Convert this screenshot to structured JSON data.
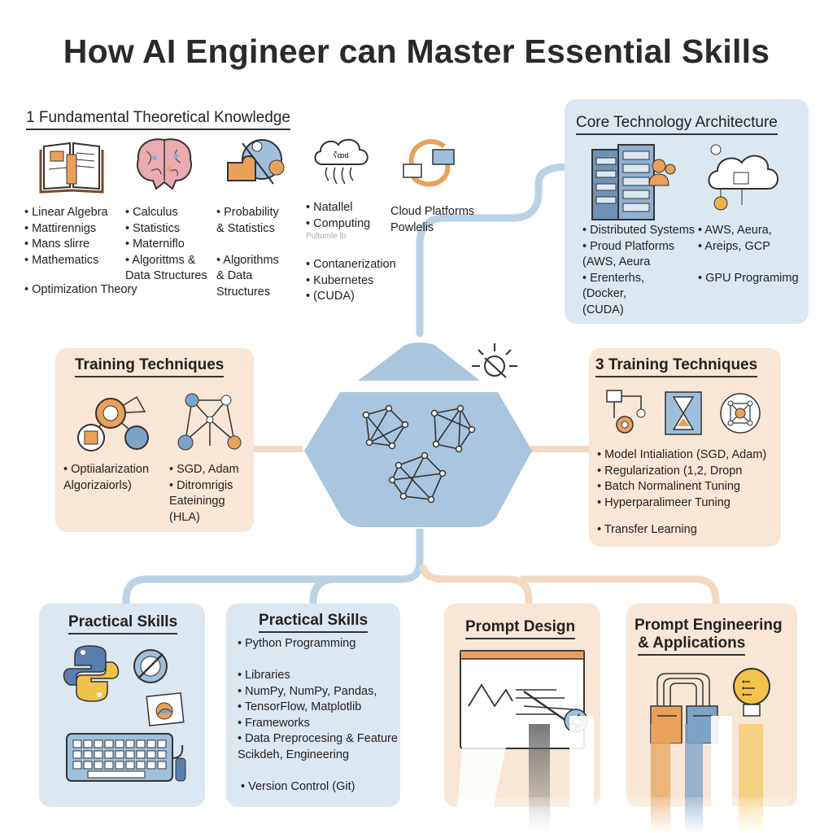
{
  "title": "How AI Engineer can Master Essential Skills",
  "fundamentals": {
    "title": "1 Fundamental Theoretical Knowledge",
    "col1": [
      "• Linear Algebra",
      "• Mattirennigs",
      "• Mans slirre",
      "• Mathematics"
    ],
    "col1_extra": "• Optimization Theory",
    "col2": [
      "• Calculus",
      "• Statistics",
      "• Materniflo",
      "• Algorittms &",
      "  Data Structures"
    ],
    "col3": [
      "• Probability",
      "  & Statistics",
      "",
      "• Algorithms",
      "  & Data",
      "  Structures"
    ],
    "col4": [
      "• Natallel",
      "• Computing"
    ],
    "col4_faded": "Pultumle lb",
    "col4_more": [
      "• Contanerization",
      "• Kubernetes",
      "• (CUDA)"
    ],
    "col5": [
      "Cloud Platforms",
      "Powlelis"
    ]
  },
  "core": {
    "title": "Core Technology Architecture",
    "left": [
      "• Distributed Systems",
      "• Proud Platforms",
      "  (AWS, Aeura",
      "• Erenterhs,",
      "  (Docker,",
      "  (CUDA)"
    ],
    "right": [
      "• AWS, Aeura,",
      "• Areips, GCP",
      "",
      "• GPU Programimg"
    ]
  },
  "training_left": {
    "title": "Training Techniques",
    "col1": [
      "• Optiialarization",
      "  Algorizaiorls)"
    ],
    "col2": [
      "• SGD, Adam",
      "• Ditromrigis",
      "  Eateiningg",
      "  (HLA)"
    ]
  },
  "training_right": {
    "title": "3 Training Techniques",
    "items": [
      "• Model Intialiation (SGD, Adam)",
      "• Regularization (1,2, Dropn",
      "• Batch Normalinent Tuning",
      "• Hyperparalimeer Tuning"
    ],
    "extra": "• Transfer Learning"
  },
  "practical1": {
    "title": "Practical Skills"
  },
  "practical2": {
    "title": "Practical Skills",
    "items": [
      "• Python Programming",
      "",
      "• Libraries",
      "• NumPy, NumPy, Pandas,",
      "• TensorFlow, Matplotlib",
      "• Frameworks",
      "• Data Preprocesing & Feature",
      "  Scikdeh, Engineering"
    ],
    "extra": "• Version Control (Git)"
  },
  "prompt_design": {
    "title": "Prompt Design"
  },
  "prompt_eng": {
    "title_line1": "Prompt Engineering",
    "title_line2": "& Applications"
  },
  "icons": {
    "fund": [
      "book-icon",
      "brain-icon",
      "puzzle-gears-icon",
      "cloud-icon",
      "cycle-arrows-icon"
    ],
    "core": [
      "server-rack-icon",
      "cloud-network-icon"
    ],
    "hub": "network-hub-icon",
    "train_left": "network-nodes-icon",
    "train_right": [
      "flowchart-icon",
      "hourglass-icon",
      "neural-sphere-icon"
    ],
    "practical": [
      "python-logo-icon",
      "no-bug-icon",
      "chart-image-icon",
      "keyboard-icon"
    ],
    "prompt": [
      "browser-window-icon",
      "lightning-icon",
      "cables-icon",
      "lightbulb-icon"
    ]
  },
  "colors": {
    "blue_panel": "#dbe7f1",
    "peach_panel": "#f8e6d6",
    "hub": "#a9c6de",
    "connector_blue": "#b9d2e6",
    "connector_peach": "#f3d9c2"
  }
}
